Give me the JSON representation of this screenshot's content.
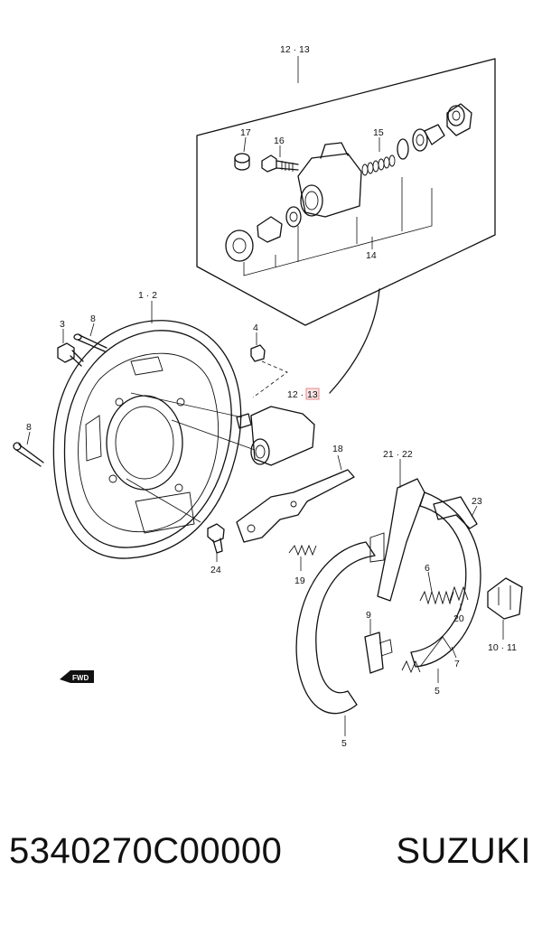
{
  "diagram": {
    "callouts": {
      "c12_13_top": "12 · 13",
      "c12_13_mid_a": "12 · ",
      "c12_13_mid_b": "13",
      "c1_2": "1 · 2",
      "c3": "3",
      "c8_top": "8",
      "c4": "4",
      "c8_left": "8",
      "c17": "17",
      "c16": "16",
      "c15": "15",
      "c14": "14",
      "c18": "18",
      "c21_22": "21 · 22",
      "c23": "23",
      "c24": "24",
      "c19": "19",
      "c6": "6",
      "c20": "20",
      "c9": "9",
      "c7": "7",
      "c10_11": "10 · 11",
      "c5_inner": "5",
      "c5_outer": "5"
    },
    "fwd_tag": "FWD",
    "highlight_color": "#e48a8a"
  },
  "footer": {
    "part_number": "5340270C00000",
    "brand": "SUZUKI"
  }
}
